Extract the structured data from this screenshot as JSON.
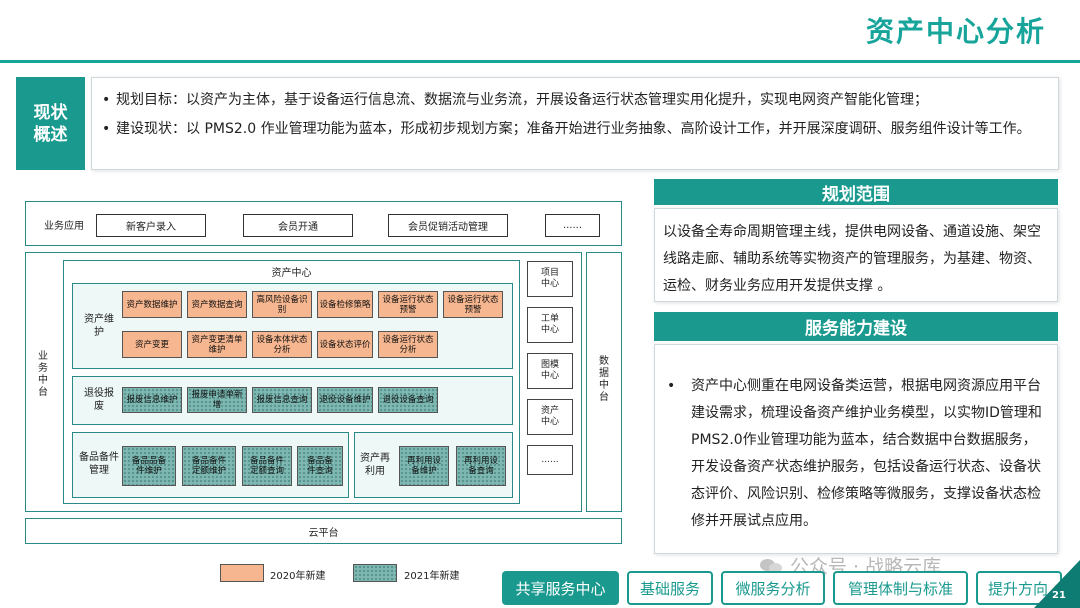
{
  "header": {
    "title": "资产中心分析"
  },
  "summary": {
    "tag": "现状概述",
    "bullet_1": "规划目标：以资产为主体，基于设备运行信息流、数据流与业务流，开展设备运行状态管理实用化提升，实现电网资产智能化管理；",
    "bullet_2": "建设现状：以 PMS2.0 作业管理功能为蓝本，形成初步规划方案；准备开始进行业务抽象、高阶设计工作，并开展深度调研、服务组件设计等工作。",
    "bullet_mark": "•"
  },
  "diagram": {
    "biz_app": {
      "label": "业务应用",
      "items": [
        "新客户录入",
        "会员开通",
        "会员促销活动管理",
        "......"
      ]
    },
    "biz_platform_label": "业务中台",
    "data_platform_label": "数据中台",
    "cloud_label": "云平台",
    "asset_center": {
      "title": "资产中心",
      "maintenance": {
        "label": "资产维护",
        "row1": [
          "资产数据维护",
          "资产数据查询",
          "高风险设备识别",
          "设备检修策略",
          "设备运行状态预警",
          "设备运行状态预警"
        ],
        "row2": [
          "资产变更",
          "资产变更清单维护",
          "设备本体状态分析",
          "设备状态评价",
          "设备运行状态分析"
        ]
      },
      "retire": {
        "label": "退役报废",
        "items": [
          "报废信息维护",
          "报废申请单新增",
          "报废信息查询",
          "退役设备维护",
          "退役设备查询"
        ]
      },
      "spare": {
        "label": "备品备件管理",
        "items": [
          "备品品备件维护",
          "备品备件定额维护",
          "备品备件定额查询",
          "备品备件查询"
        ]
      },
      "reuse": {
        "label": "资产再利用",
        "items": [
          "再利用设备维护",
          "再利用设备查询"
        ]
      }
    },
    "side_items": [
      "项目中心",
      "工单中心",
      "图模中心",
      "资产中心",
      "......"
    ],
    "legend": {
      "y2020": "2020年新建",
      "y2021": "2021年新建"
    }
  },
  "right": {
    "scope": {
      "title": "规划范围",
      "text": "以设备全寿命周期管理主线，提供电网设备、通道设施、架空线路走廊、辅助系统等实物资产的管理服务，为基建、物资、运检、财务业务应用开发提供支撑 。"
    },
    "capability": {
      "title": "服务能力建设",
      "text": "资产中心侧重在电网设备类运营，根据电网资源应用平台建设需求，梳理设备资产维护业务模型，以实物ID管理和PMS2.0作业管理功能为蓝本，结合数据中台数据服务，开发设备资产状态维护服务，包括设备运行状态、设备状态评价、风险识别、检修策略等微服务，支撑设备状态检修并开展试点应用。"
    }
  },
  "tabs": [
    "共享服务中心",
    "基础服务",
    "微服务分析",
    "管理体制与标准",
    "提升方向"
  ],
  "watermark": "公众号 · 战略云库",
  "page_number": "21",
  "colors": {
    "accent": "#1a9a8f",
    "orange_box": "#f6b68f",
    "hatch_box": "#7fb8b2"
  }
}
